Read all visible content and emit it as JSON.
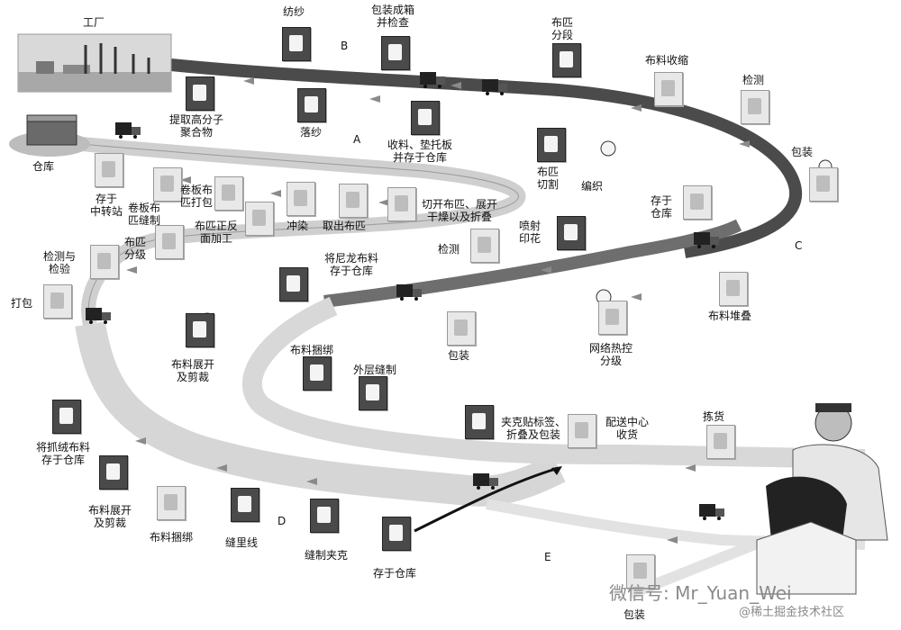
{
  "labels": {
    "factory": "工厂",
    "spinning": "纺纱",
    "packing_inspect": [
      "包装成箱",
      "并检查"
    ],
    "fabric_section": [
      "布匹",
      "分段"
    ],
    "fabric_shrink": "布料收缩",
    "inspect_top": "检测",
    "extract_polymer": [
      "提取高分子",
      "聚合物"
    ],
    "doffing": "落纱",
    "receive_pallet": [
      "收料、垫托板",
      "并存于仓库"
    ],
    "fabric_cut": [
      "布匹",
      "切割"
    ],
    "weaving": "编织",
    "packing_right": "包装",
    "warehouse": "仓库",
    "store_transfer": [
      "存于",
      "中转站"
    ],
    "roll_sew": [
      "卷板布",
      "匹缝制"
    ],
    "roll_pack": [
      "卷板布",
      "匹打包"
    ],
    "fabric_reverse": [
      "布匹正反",
      "面加工"
    ],
    "dyeing": "冲染",
    "take_fabric": "取出布匹",
    "cut_unroll": [
      "切开布匹、展开",
      "干燥以及折叠"
    ],
    "store_warehouse_right": [
      "存于",
      "仓库"
    ],
    "fabric_grade": [
      "布匹",
      "分级"
    ],
    "inspect_check": [
      "检测与",
      "检验"
    ],
    "nylon_store": [
      "将尼龙布料",
      "存于仓库"
    ],
    "inspect_mid": "检测",
    "spray_print": [
      "喷射",
      "印花"
    ],
    "fabric_stack": "布料堆叠",
    "pack_left": "打包",
    "unfold_cut_1": [
      "布料展开",
      "及剪裁"
    ],
    "pack_mid": "包装",
    "heat_grade": [
      "网络热控",
      "分级"
    ],
    "bundle_1": "布料捆绑",
    "outer_sew": "外层缝制",
    "jacket_label": [
      "夹克贴标签、",
      "折叠及包装"
    ],
    "dc_receive": [
      "配送中心",
      "收货"
    ],
    "picking": "拣货",
    "fleece_store": [
      "将抓绒布料",
      "存于仓库"
    ],
    "unfold_cut_2": [
      "布料展开",
      "及剪裁"
    ],
    "bundle_2": "布料捆绑",
    "sew_lining": "缝里线",
    "sew_jacket": "缝制夹克",
    "store_warehouse_bottom": "存于仓库",
    "packing_bottom": "包装"
  },
  "route_letters": {
    "a": "A",
    "b": "B",
    "c": "C",
    "d": "D",
    "e": "E"
  },
  "watermark": {
    "main": "微信号: Mr_Yuan_Wei",
    "sub": "@稀土掘金技术社区"
  }
}
